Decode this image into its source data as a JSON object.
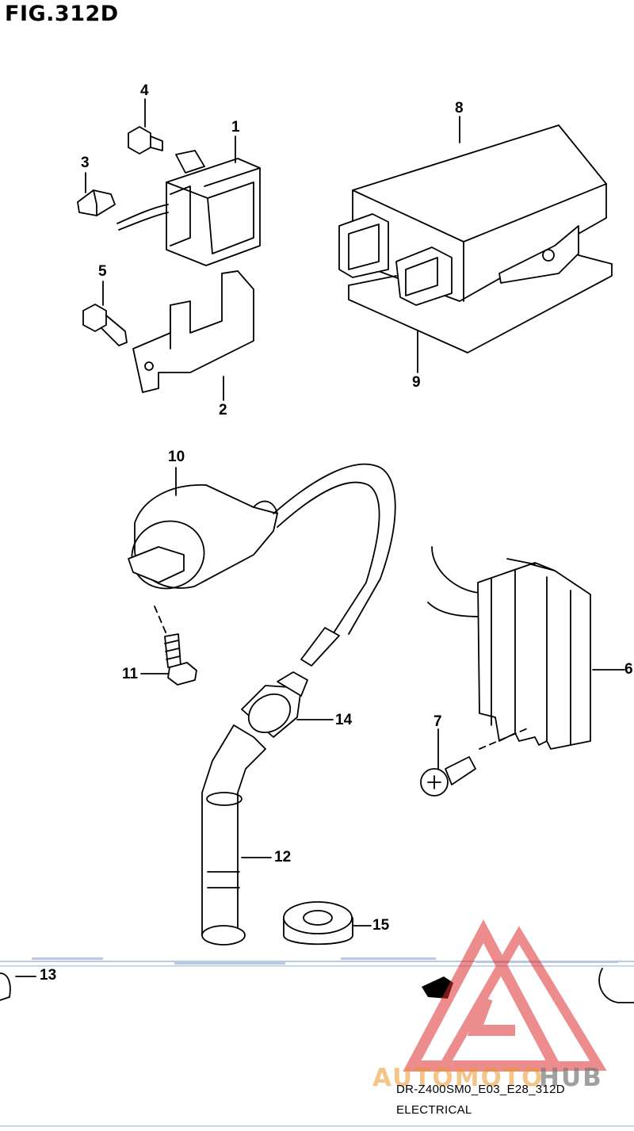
{
  "figure": {
    "title": "FIG.312D",
    "code": "DR-Z400SM0_E03_E28_312D",
    "section": "ELECTRICAL"
  },
  "callouts": [
    "1",
    "2",
    "3",
    "4",
    "5",
    "6",
    "7",
    "8",
    "9",
    "10",
    "11",
    "12",
    "13",
    "14",
    "15"
  ],
  "watermark": {
    "auto": "AUTOMOTO",
    "hub": "HUB"
  },
  "colors": {
    "line": "#000000",
    "watermark_red": "#e03030",
    "watermark_orange": "#e8962a"
  }
}
